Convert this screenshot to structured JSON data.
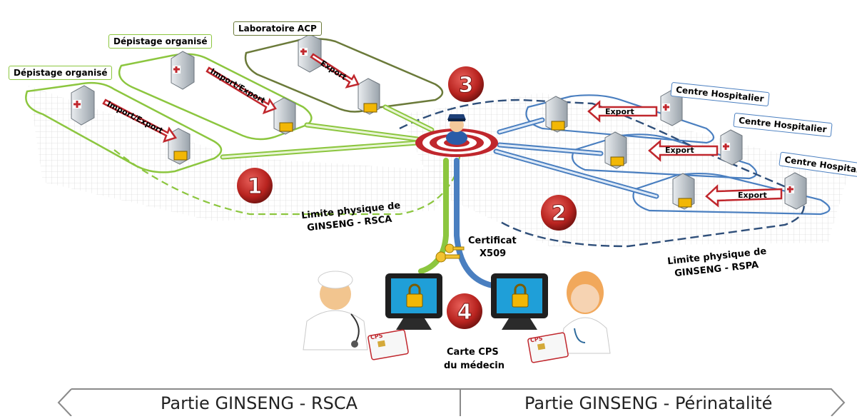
{
  "sites": {
    "depistage_left": "Dépistage organisé",
    "depistage_mid": "Dépistage organisé",
    "laboratoire": "Laboratoire ACP",
    "centre_1": "Centre Hospitalier",
    "centre_2": "Centre Hospitalier",
    "centre_3": "Centre Hospitalier"
  },
  "arrows": {
    "import_export_1": "Import/Export",
    "import_export_2": "Import/Export",
    "export_lab": "Export",
    "export_ch1": "Export",
    "export_ch2": "Export",
    "export_ch3": "Export"
  },
  "badges": [
    "1",
    "2",
    "3",
    "4"
  ],
  "limits": {
    "rsca_line1": "Limite physique de",
    "rsca_line2": "GINSENG - RSCA",
    "rspa_line1": "Limite physique de",
    "rspa_line2": "GINSENG - RSPA"
  },
  "security": {
    "cert_line1": "Certificat",
    "cert_line2": "X509",
    "card_line1": "Carte CPS",
    "card_line2": "du médecin",
    "cps_card_label": "CPS"
  },
  "bottom": {
    "left": "Partie GINSENG - RSCA",
    "right": "Partie GINSENG - Périnatalité"
  },
  "colors": {
    "green": "#8cc63f",
    "blue": "#4a7fc0",
    "red": "#c0272d",
    "olive": "#6b7a3a"
  }
}
